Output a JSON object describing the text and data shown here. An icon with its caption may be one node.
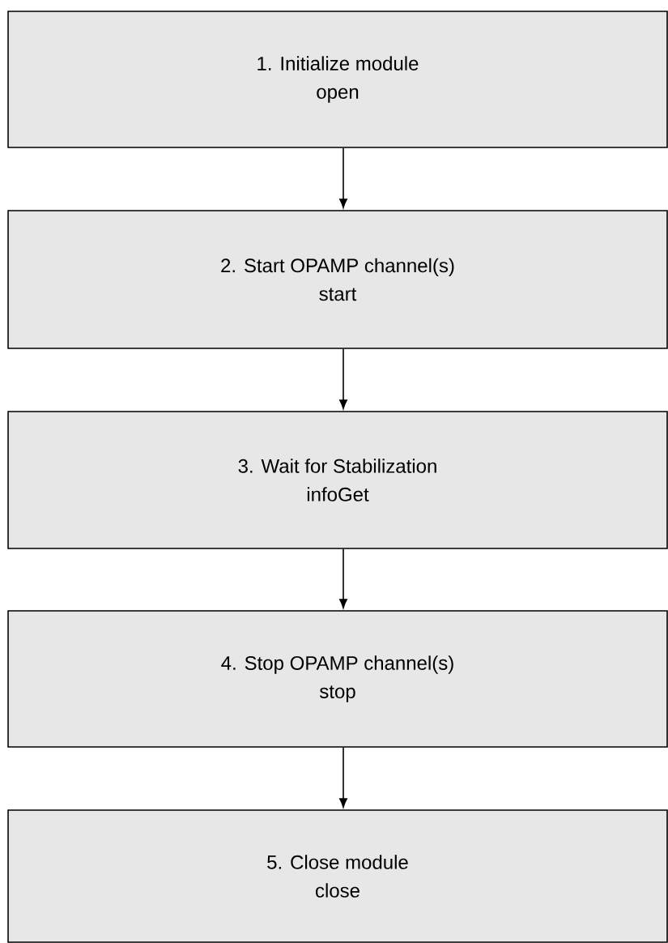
{
  "diagram": {
    "nodes": [
      {
        "text": [
          "1. Initialize module",
          "open"
        ]
      },
      {
        "text": [
          "2. Start OPAMP channel(s)",
          "start"
        ]
      },
      {
        "text": [
          "3. Wait for Stabilization",
          "infoGet"
        ]
      },
      {
        "text": [
          "4. Stop OPAMP channel(s)",
          "stop"
        ]
      },
      {
        "text": [
          "5. Close module",
          "close"
        ]
      }
    ],
    "edges": [
      {
        "from": 0,
        "to": 1,
        "arrow": "to"
      },
      {
        "from": 1,
        "to": 2,
        "arrow": "to"
      },
      {
        "from": 2,
        "to": 3,
        "arrow": "to"
      },
      {
        "from": 3,
        "to": 4,
        "arrow": "to"
      }
    ]
  }
}
